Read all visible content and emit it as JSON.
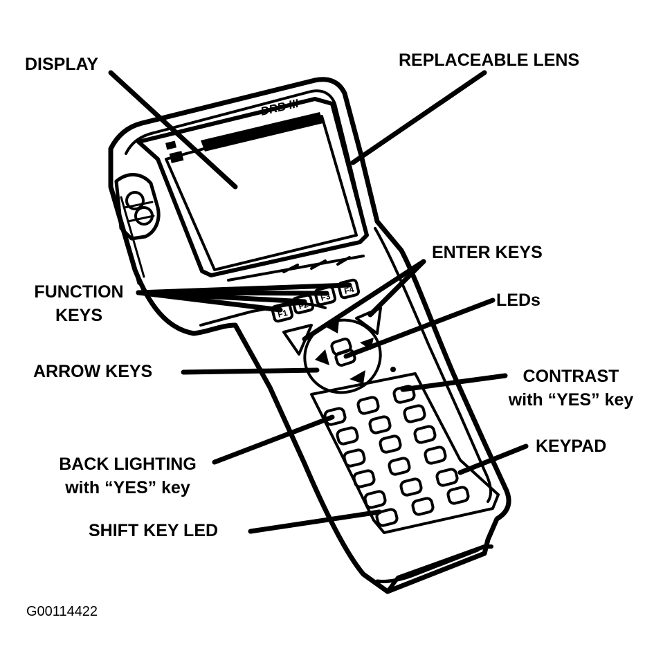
{
  "callouts": {
    "display": "DISPLAY",
    "replaceable_lens": "REPLACEABLE LENS",
    "enter_keys": "ENTER KEYS",
    "function_keys_line1": "FUNCTION",
    "function_keys_line2": "KEYS",
    "leds": "LEDs",
    "arrow_keys": "ARROW KEYS",
    "contrast_line1": "CONTRAST",
    "contrast_line2": "with “YES” key",
    "back_lighting_line1": "BACK LIGHTING",
    "back_lighting_line2": "with “YES” key",
    "keypad": "KEYPAD",
    "shift_key_led": "SHIFT KEY LED"
  },
  "device": {
    "model_text": "DRB III"
  },
  "figure_id": "G00114422",
  "colors": {
    "ink": "#000000",
    "paper": "#ffffff"
  }
}
